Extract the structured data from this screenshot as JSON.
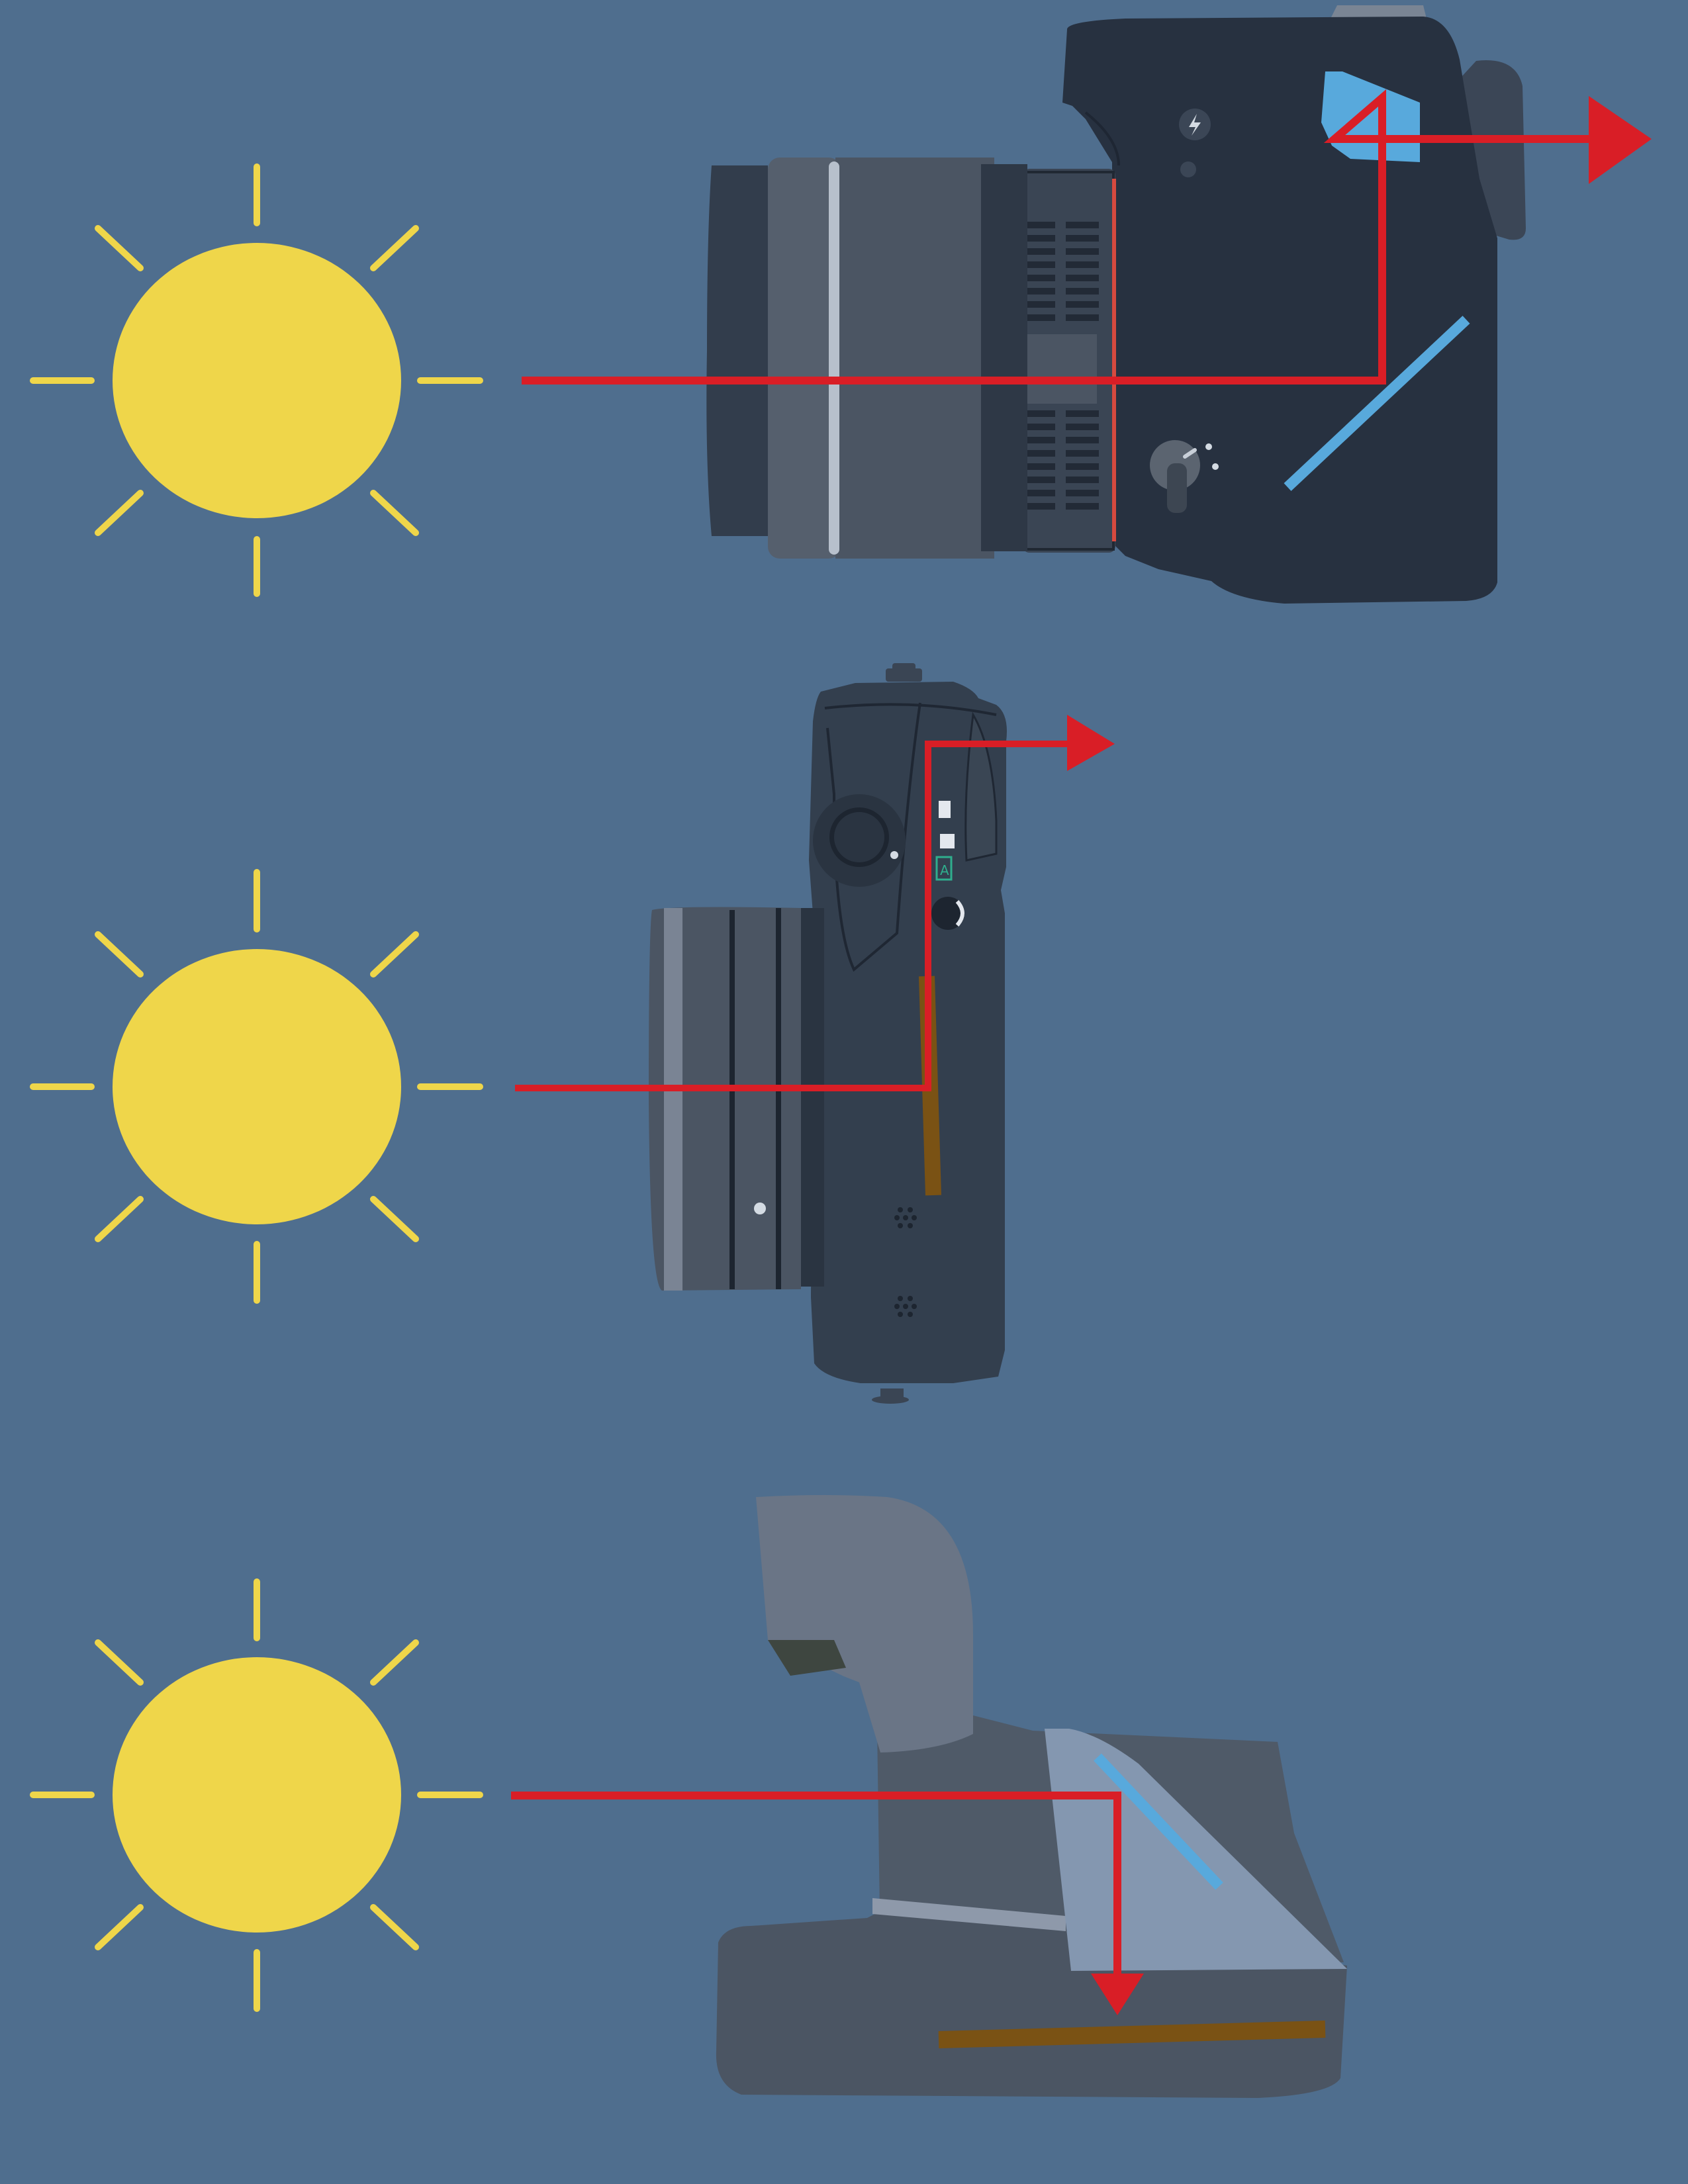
{
  "colors": {
    "background": "#4f6e8e",
    "sun": "#efd64a",
    "light_path": "#d91e26",
    "mirror": "#58a9dc",
    "sensor_film": "#7a5214",
    "camera_dark": "#273140",
    "camera_mid": "#333f4e",
    "lens_grey": "#4b5563",
    "polaroid_light": "#6a7586",
    "polaroid_pale": "#8497b0"
  },
  "panels": [
    {
      "camera": "dslr",
      "components": [
        "sun-icon",
        "lens",
        "reflex-mirror",
        "pentaprism",
        "eyepiece",
        "light-path"
      ]
    },
    {
      "camera": "mirrorless",
      "components": [
        "sun-icon",
        "lens",
        "image-sensor",
        "light-path"
      ]
    },
    {
      "camera": "instant",
      "components": [
        "sun-icon",
        "viewfinder",
        "mirror",
        "film",
        "light-path"
      ]
    }
  ]
}
